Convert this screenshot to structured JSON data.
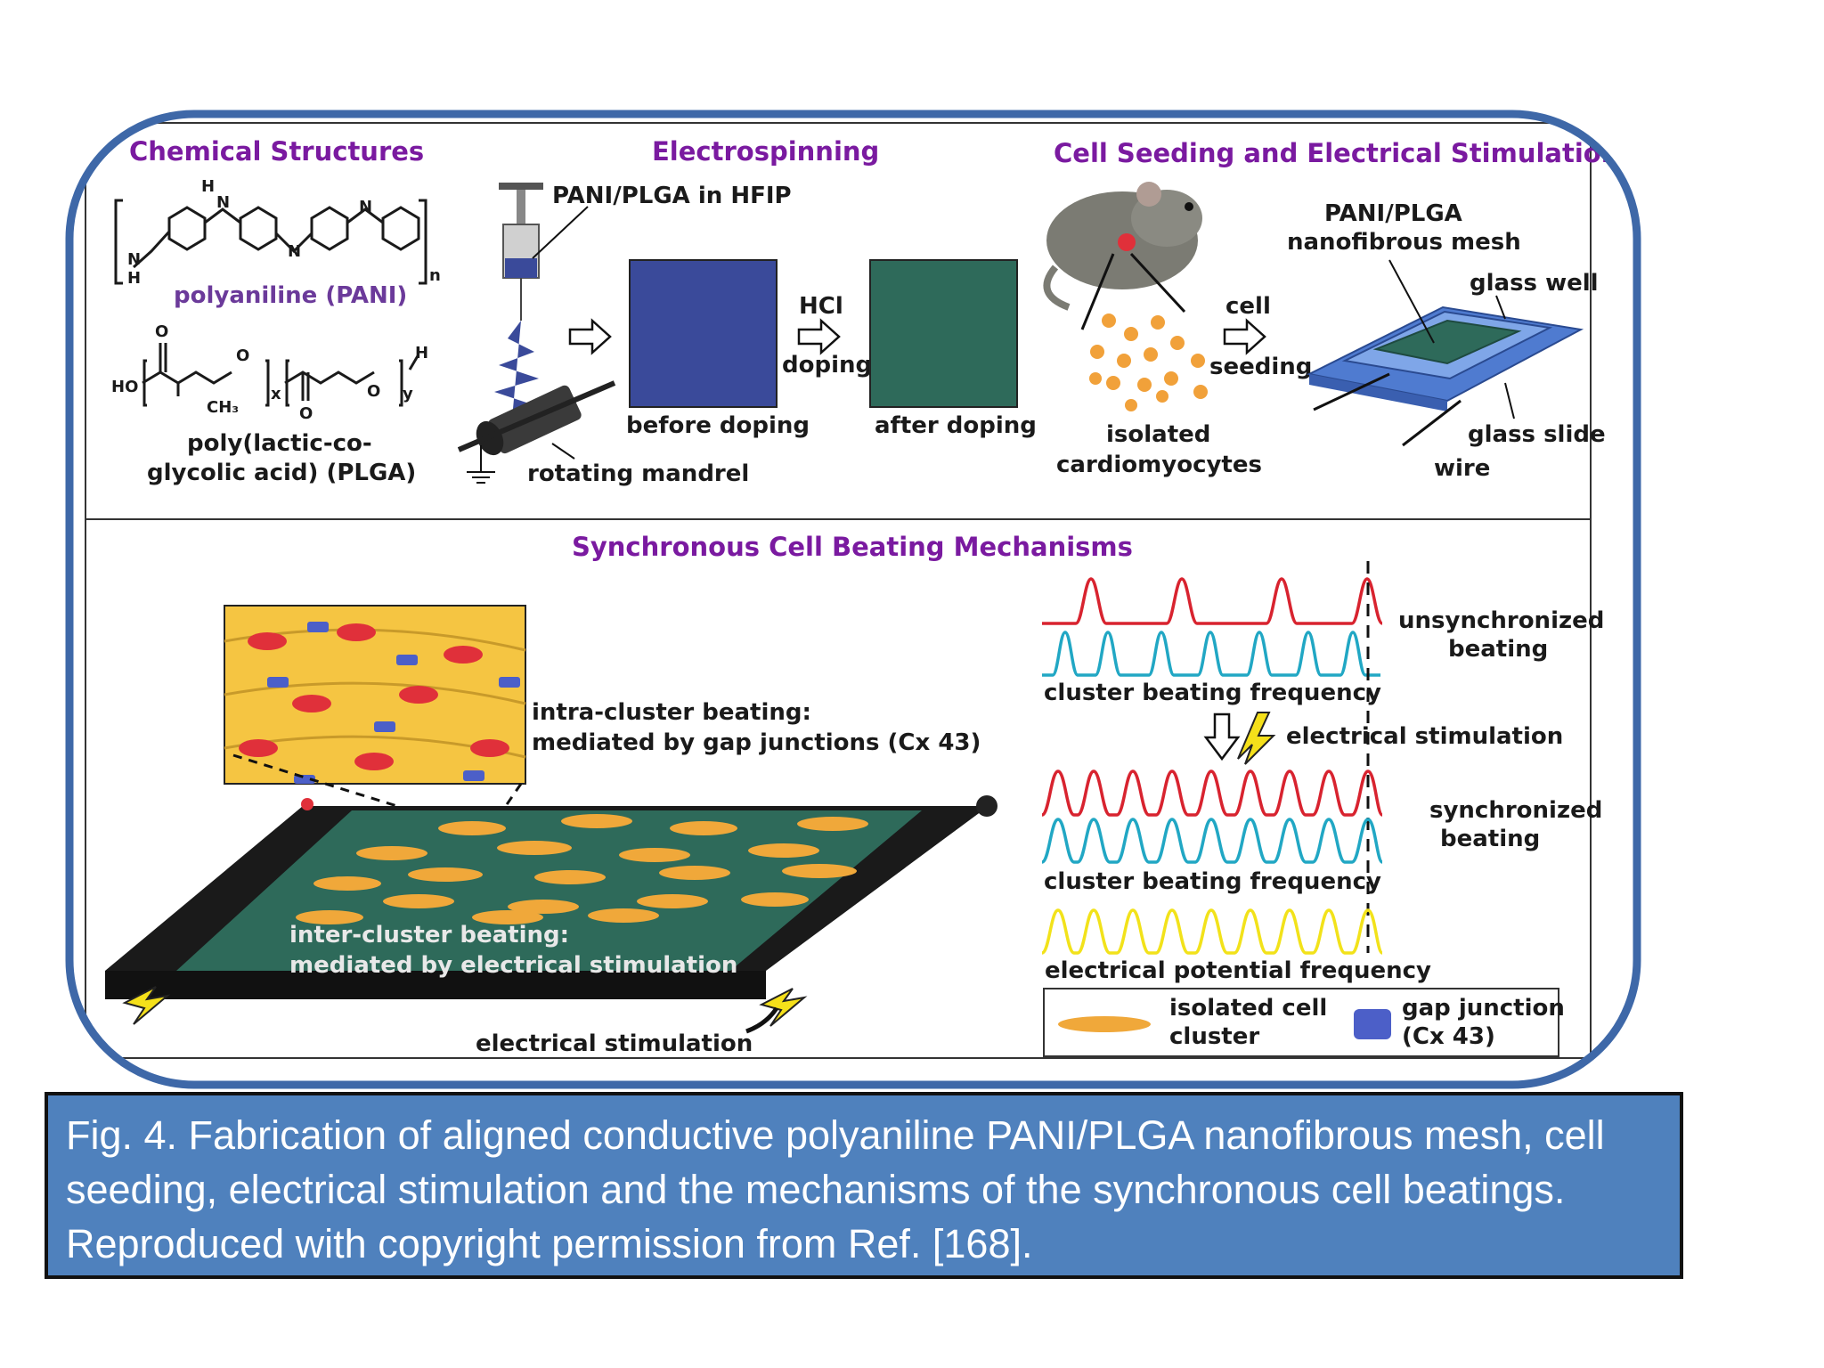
{
  "sections": {
    "chemical": "Chemical Structures",
    "electrospinning": "Electrospinning",
    "cell_seeding": "Cell Seeding and Electrical Stimulation",
    "synchronous": "Synchronous Cell Beating Mechanisms"
  },
  "chemical": {
    "pani_label": "polyaniline (PANI)",
    "plga_label_1": "poly(lactic-co-",
    "plga_label_2": "glycolic acid) (PLGA)"
  },
  "electrospinning": {
    "solution": "PANI/PLGA in HFIP",
    "before_doping": "before doping",
    "hcl": "HCl",
    "doping": "doping",
    "after_doping": "after doping",
    "mandrel": "rotating mandrel"
  },
  "seeding": {
    "cell": "cell",
    "seeding": "seeding",
    "isolated": "isolated",
    "cardiomyocytes": "cardiomyocytes",
    "mesh_1": "PANI/PLGA",
    "mesh_2": "nanofibrous mesh",
    "glass_well": "glass well",
    "glass_slide": "glass slide",
    "wire": "wire"
  },
  "mechanisms": {
    "intra_1": "intra-cluster beating:",
    "intra_2": "mediated by gap junctions (Cx 43)",
    "inter_1": "inter-cluster beating:",
    "inter_2": "mediated by  electrical stimulation",
    "stim_bottom": "electrical  stimulation",
    "unsync_1": "unsynchronized",
    "unsync_2": "beating",
    "freq_1": "cluster beating frequency",
    "elec_stim": "electrical  stimulation",
    "sync_1": "synchronized",
    "sync_2": "beating",
    "freq_2": "cluster beating frequency",
    "potential": "electrical potential frequency",
    "legend_cluster_1": "isolated cell",
    "legend_cluster_2": "cluster",
    "legend_gap_1": "gap junction",
    "legend_gap_2": "(Cx 43)"
  },
  "caption": "Fig. 4. Fabrication of aligned conductive polyaniline PANI/PLGA nanofibrous mesh, cell seeding, electrical stimulation and the mechanisms of the synchronous cell beatings. Reproduced with copyright permission from Ref. [168].",
  "colors": {
    "frame": "#3e68a8",
    "section_title": "#7a1aa0",
    "caption_bg": "#4f81bd",
    "mesh_green": "#2f6f5f",
    "before_doping": "#3a4a9a",
    "after_doping": "#2e6a5a",
    "wave_red": "#d8232f",
    "wave_cyan": "#21a7c4",
    "wave_yellow": "#f2e21a"
  }
}
